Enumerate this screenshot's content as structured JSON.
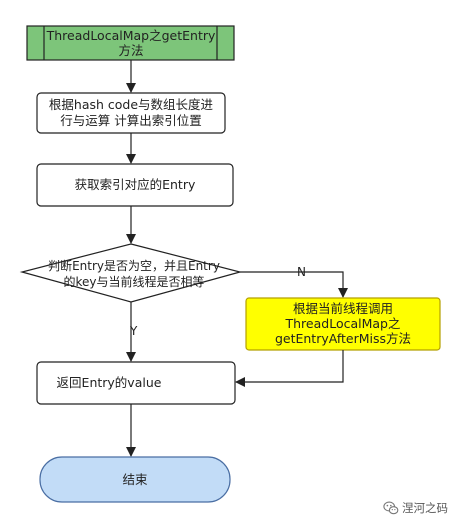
{
  "colors": {
    "stroke": "#222222",
    "start_fill": "#7dc57a",
    "process_fill": "#ffffff",
    "highlight_fill": "#ffff00",
    "highlight_stroke": "#b5a000",
    "end_fill": "#c2dcf7",
    "end_stroke": "#4a6ea3"
  },
  "nodes": {
    "start": {
      "lines": [
        "ThreadLocalMap之getEntry",
        "方法"
      ]
    },
    "hash": {
      "lines": [
        "根据hash code与数组长度进",
        "行与运算 计算出索引位置"
      ]
    },
    "get_entry": {
      "lines": [
        "获取索引对应的Entry"
      ]
    },
    "decision": {
      "lines": [
        "判断Entry是否为空，并且Entry",
        "的key与当前线程是否相等"
      ]
    },
    "after_miss": {
      "lines": [
        "根据当前线程调用",
        "ThreadLocalMap之",
        "getEntryAfterMiss方法"
      ]
    },
    "return_value": {
      "lines": [
        "返回Entry的value"
      ]
    },
    "end": {
      "lines": [
        "结束"
      ]
    }
  },
  "edges": {
    "no_label": "N",
    "yes_label": "Y"
  },
  "watermark": {
    "text": "涅河之码",
    "icon": "wechat-icon"
  }
}
